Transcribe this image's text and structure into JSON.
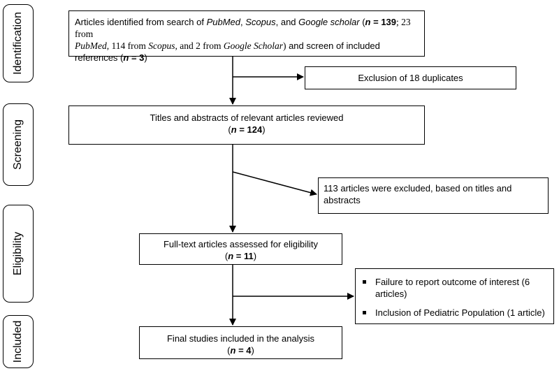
{
  "stages": {
    "identification": "Identification",
    "screening": "Screening",
    "eligibility": "Eligibility",
    "included": "Included"
  },
  "identification_box": {
    "text_a": "Articles identified from search of ",
    "pubmed": "PubMed",
    "comma1": ", ",
    "scopus": "Scopus",
    "and": ", and ",
    "google_scholar": "Google scholar",
    "open_paren": " (",
    "n_label": "n",
    "n_eq": " = 139",
    "breakdown_a": "; 23 from",
    "pubmed2": "PubMed",
    "breakdown_b": ", 114 from ",
    "scopus2": "Scopus",
    "breakdown_c": ", and 2 from ",
    "google_scholar2": "Google Scholar",
    "breakdown_d": ")",
    "tail_a": " and screen of included references (",
    "n_label2": "n",
    "n_eq2": " = 3",
    "tail_b": ")"
  },
  "duplicates_box": {
    "text": "Exclusion of 18 duplicates"
  },
  "screening_box": {
    "title": "Titles and abstracts of relevant articles reviewed",
    "open": "(",
    "n_label": "n",
    "n_eq": " = 124",
    "close": ")"
  },
  "excluded_box": {
    "line1": "113 articles were excluded, based on titles and",
    "line2": "abstracts"
  },
  "eligibility_box": {
    "title": "Full-text articles assessed for eligibility",
    "open": "(",
    "n_label": "n",
    "n_eq": " = 11",
    "close": ")"
  },
  "exclusion_reasons": [
    {
      "line1": "Failure to report outcome of interest (6",
      "line2": "articles)"
    },
    {
      "line1": "Inclusion of Pediatric Population (1 article)"
    }
  ],
  "included_box": {
    "title": "Final studies included in the analysis",
    "open": "(",
    "n_label": "n",
    "n_eq": " = 4",
    "close": ")"
  }
}
